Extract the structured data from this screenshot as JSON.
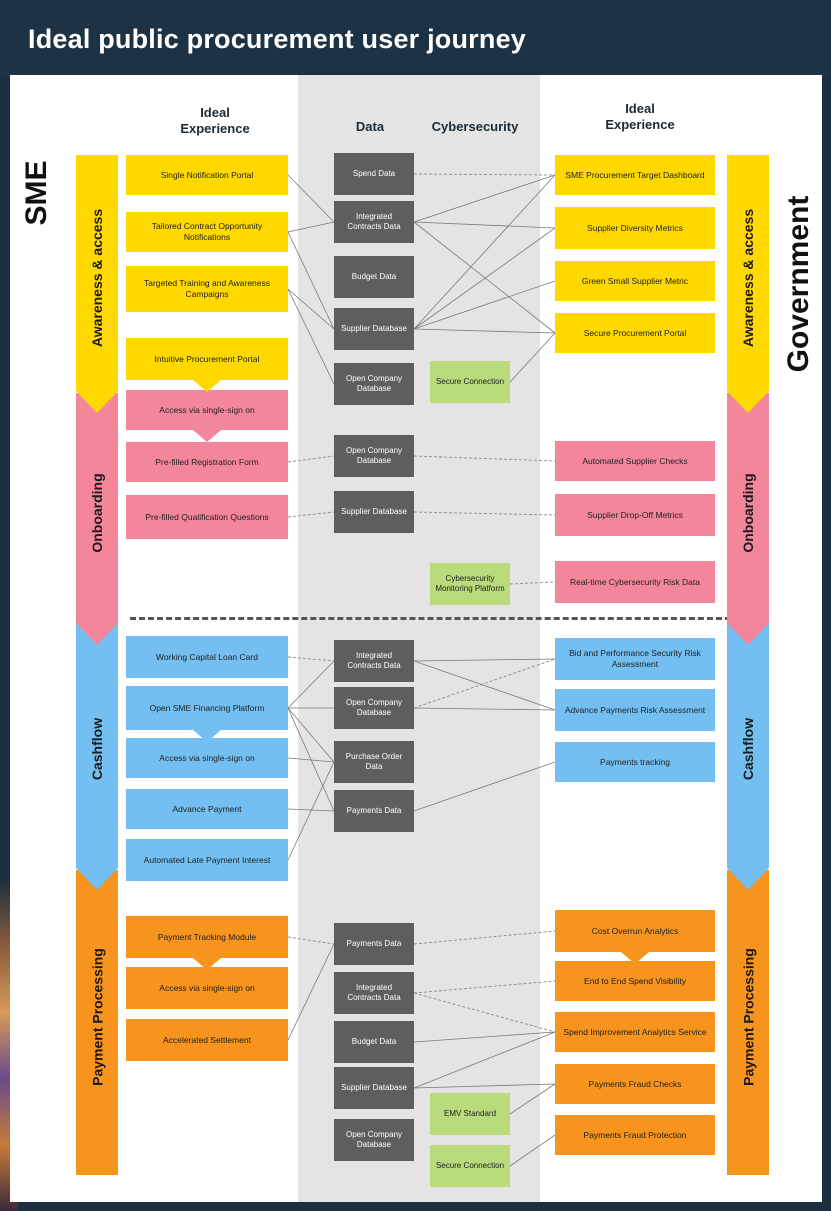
{
  "title": "Ideal public procurement user journey",
  "side_labels": {
    "left": "SME",
    "right": "Government"
  },
  "headers": {
    "left": "Ideal\nExperience",
    "data": "Data",
    "cyber": "Cybersecurity",
    "right": "Ideal\nExperience"
  },
  "phases": [
    "Awareness & access",
    "Onboarding",
    "Cashflow",
    "Payment Processing"
  ],
  "colors": {
    "awareness": "#ffd800",
    "onboarding": "#f4869c",
    "cashflow": "#73bff2",
    "payment": "#f7941d",
    "data": "#5e5e5e",
    "cyber": "#b9db7c"
  },
  "sme_items": [
    "Single Notification Portal",
    "Tailored Contract Opportunity Notifications",
    "Targeted Training and Awareness Campaigns",
    "Intuitive Procurement Portal",
    "Access via single-sign on",
    "Pre-filled Registration Form",
    "Pre-filled Qualification Questions",
    "Working Capital Loan Card",
    "Open SME Financing Platform",
    "Access via single-sign on",
    "Advance Payment",
    "Automated Late Payment Interest",
    "Payment Tracking Module",
    "Access via single-sign on",
    "Accelerated Settlement"
  ],
  "data_items": [
    "Spend Data",
    "Integrated Contracts Data",
    "Budget Data",
    "Supplier Database",
    "Open Company Database",
    "Open Company Database",
    "Supplier Database",
    "Integrated Contracts Data",
    "Open Company Database",
    "Purchase Order Data",
    "Payments Data",
    "Payments Data",
    "Integrated Contracts Data",
    "Budget Data",
    "Supplier Database",
    "Open Company Database"
  ],
  "cyber_items": [
    "Secure Connection",
    "Cybersecurity Monitoring Platform",
    "EMV Standard",
    "Secure Connection"
  ],
  "gov_items": [
    "SME Procurement Target Dashboard",
    "Supplier Diversity Metrics",
    "Green Small Supplier Metric",
    "Secure Procurement Portal",
    "Automated Supplier Checks",
    "Supplier Drop-Off Metrics",
    "Real-time Cybersecurity Risk Data",
    "Bid and Performance Security Risk Assessment",
    "Advance Payments Risk Assessment",
    "Payments tracking",
    "Cost Overrun Analytics",
    "End to End Spend Visibility",
    "Spend Improvement Analytics Service",
    "Payments Fraud Checks",
    "Payments Fraud Protection"
  ]
}
